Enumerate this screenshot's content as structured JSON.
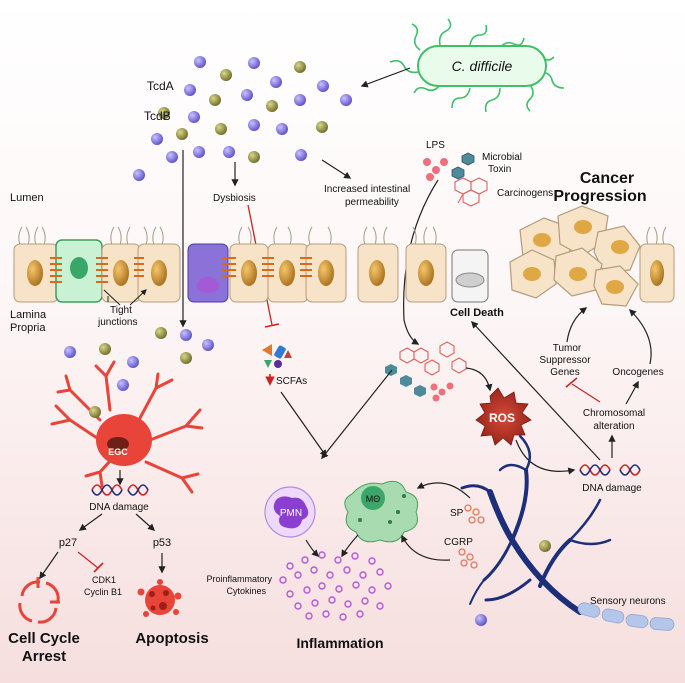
{
  "pathogen": {
    "name": "C. difficile"
  },
  "toxins": {
    "tcda": "TcdA",
    "tcdb": "TcdB"
  },
  "lumen": {
    "label": "Lumen",
    "dysbiosis": "Dysbiosis",
    "permeability_line1": "Increased intestinal",
    "permeability_line2": "permeability"
  },
  "lamina": {
    "label_line1": "Lamina",
    "label_line2": "Propria"
  },
  "epithelium": {
    "tight_junctions_line1": "Tight",
    "tight_junctions_line2": "junctions",
    "cell_death": "Cell Death"
  },
  "toxic_agents": {
    "lps": "LPS",
    "microbial_toxin_line1": "Microbial",
    "microbial_toxin_line2": "Toxin",
    "carcinogens": "Carcinogens"
  },
  "scfa": {
    "label": "SCFAs"
  },
  "egc": {
    "label": "EGC",
    "dna_damage": "DNA damage",
    "p27": "p27",
    "p53": "p53",
    "cdk1": "CDK1",
    "cyclin_b1": "Cyclin B1",
    "cell_cycle_arrest_line1": "Cell Cycle",
    "cell_cycle_arrest_line2": "Arrest",
    "apoptosis": "Apoptosis"
  },
  "immune": {
    "pmn": "PMN",
    "macrophage": "MΘ",
    "cytokines_line1": "Proinflammatory",
    "cytokines_line2": "Cytokines",
    "inflammation": "Inflammation"
  },
  "neuro": {
    "sp": "SP",
    "cgrp": "CGRP",
    "sensory_neurons": "Sensory neurons"
  },
  "cancer": {
    "title_line1": "Cancer",
    "title_line2": "Progression",
    "tumor_line1": "Tumor",
    "tumor_line2": "Suppressor",
    "tumor_line3": "Genes",
    "oncogenes": "Oncogenes",
    "chromosomal_line1": "Chromosomal",
    "chromosomal_line2": "alteration",
    "dna_damage": "DNA damage",
    "ros": "ROS"
  },
  "colors": {
    "toxin_a": "#7b6fd6",
    "toxin_b": "#8c8a3e",
    "egc_red": "#e8443a",
    "inhibit_red": "#cc2222",
    "neuron_blue": "#1e2f7a",
    "bacterium_green": "#3fbf6a"
  }
}
